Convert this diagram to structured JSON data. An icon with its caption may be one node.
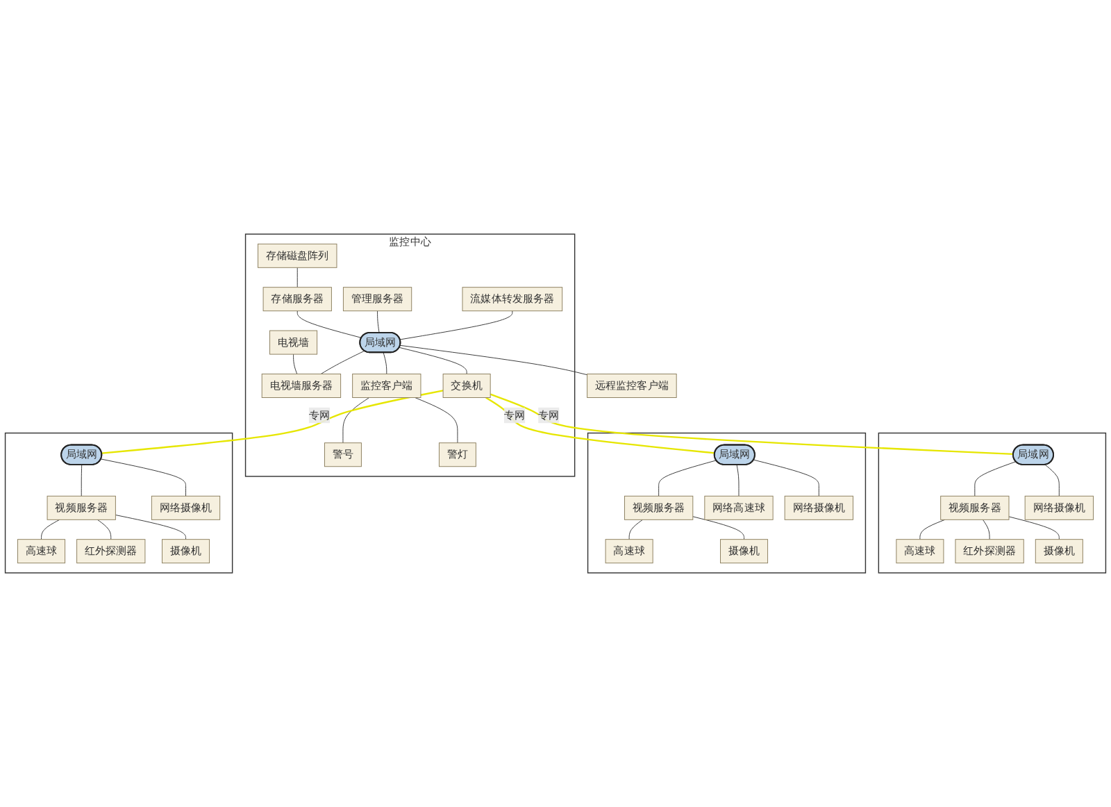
{
  "diagram": {
    "nodes": [
      {
        "text": [
          "监控中心"
        ]
      },
      {
        "text": [
          "存储磁盘阵列"
        ],
        "in": 0
      },
      {
        "text": [
          "存储服务器"
        ],
        "in": 0
      },
      {
        "text": [
          "管理服务器"
        ],
        "in": 0
      },
      {
        "text": [
          "流媒体转发服务器"
        ],
        "in": 0
      },
      {
        "text": [
          "局域网"
        ],
        "in": 0
      },
      {
        "text": [
          "电视墙"
        ],
        "in": 0
      },
      {
        "text": [
          "电视墙服务器"
        ],
        "in": 0
      },
      {
        "text": [
          "交换机"
        ],
        "in": 0
      },
      {
        "text": [
          "监控客户端"
        ],
        "in": 0
      },
      {
        "text": [
          "警号"
        ],
        "in": 0
      },
      {
        "text": [
          "警灯"
        ],
        "in": 0
      },
      {
        "text": [
          "远程监控客户端"
        ]
      },
      {
        "text": [],
        "shape": "box"
      },
      {
        "text": [
          "局域网"
        ],
        "in": 13
      },
      {
        "text": [
          "高速球"
        ],
        "in": 13
      },
      {
        "text": [
          "视频服务器"
        ],
        "in": 13
      },
      {
        "text": [
          "红外探测器"
        ],
        "in": 13
      },
      {
        "text": [
          "摄像机"
        ],
        "in": 13
      },
      {
        "text": [
          "网络摄像机"
        ],
        "in": 13
      },
      {
        "text": [],
        "shape": "box"
      },
      {
        "text": [
          "局域网"
        ],
        "in": 20
      },
      {
        "text": [
          "高速球"
        ],
        "in": 20
      },
      {
        "text": [
          "视频服务器"
        ],
        "in": 20
      },
      {
        "text": [
          "摄像机"
        ],
        "in": 20
      },
      {
        "text": [
          "网络高速球"
        ],
        "in": 20
      },
      {
        "text": [
          "网络摄像机"
        ],
        "in": 20
      },
      {
        "text": [],
        "shape": "box"
      },
      {
        "text": [
          "局域网"
        ],
        "in": 27
      },
      {
        "text": [
          "高速球"
        ],
        "in": 27
      },
      {
        "text": [
          "视频服务器"
        ],
        "in": 27
      },
      {
        "text": [
          "红外探测器"
        ],
        "in": 27
      },
      {
        "text": [
          "摄像机"
        ],
        "in": 27
      },
      {
        "text": [
          "网络摄像机"
        ],
        "in": 27
      }
    ],
    "edges": [
      {
        "from": 1,
        "to": 2,
        "arrow": "none"
      },
      {
        "from": 2,
        "to": 5,
        "arrow": "none"
      },
      {
        "from": 3,
        "to": 5,
        "arrow": "none"
      },
      {
        "from": 4,
        "to": 5,
        "arrow": "none"
      },
      {
        "from": 5,
        "to": 12,
        "arrow": "none"
      },
      {
        "from": 6,
        "to": 7,
        "arrow": "none"
      },
      {
        "from": 5,
        "to": 7,
        "arrow": "none"
      },
      {
        "from": 5,
        "to": 8,
        "arrow": "none"
      },
      {
        "from": 5,
        "to": 9,
        "arrow": "none"
      },
      {
        "from": 9,
        "to": 10,
        "arrow": "none"
      },
      {
        "from": 9,
        "to": 11,
        "arrow": "none"
      },
      {
        "from": 8,
        "to": 14,
        "arrow": "none",
        "label": "专网",
        "color": "#e6e600"
      },
      {
        "from": 8,
        "to": 21,
        "arrow": "none",
        "label": "专网",
        "color": "#e6e600"
      },
      {
        "from": 8,
        "to": 28,
        "arrow": "none",
        "label": "专网",
        "color": "#e6e600"
      },
      {
        "from": 14,
        "to": 16,
        "arrow": "none"
      },
      {
        "from": 14,
        "to": 19,
        "arrow": "none"
      },
      {
        "from": 16,
        "to": 15,
        "arrow": "none"
      },
      {
        "from": 16,
        "to": 18,
        "arrow": "none"
      },
      {
        "from": 16,
        "to": 17,
        "arrow": "none"
      },
      {
        "from": 21,
        "to": 23,
        "arrow": "none"
      },
      {
        "from": 21,
        "to": 25,
        "arrow": "none"
      },
      {
        "from": 21,
        "to": 26,
        "arrow": "none"
      },
      {
        "from": 23,
        "to": 22,
        "arrow": "none"
      },
      {
        "from": 23,
        "to": 24,
        "arrow": "none"
      },
      {
        "from": 28,
        "to": 30,
        "arrow": "none"
      },
      {
        "from": 28,
        "to": 33,
        "arrow": "none"
      },
      {
        "from": 30,
        "to": 29,
        "arrow": "none"
      },
      {
        "from": 30,
        "to": 32,
        "arrow": "none"
      },
      {
        "from": 30,
        "to": 31,
        "arrow": "none"
      }
    ]
  }
}
